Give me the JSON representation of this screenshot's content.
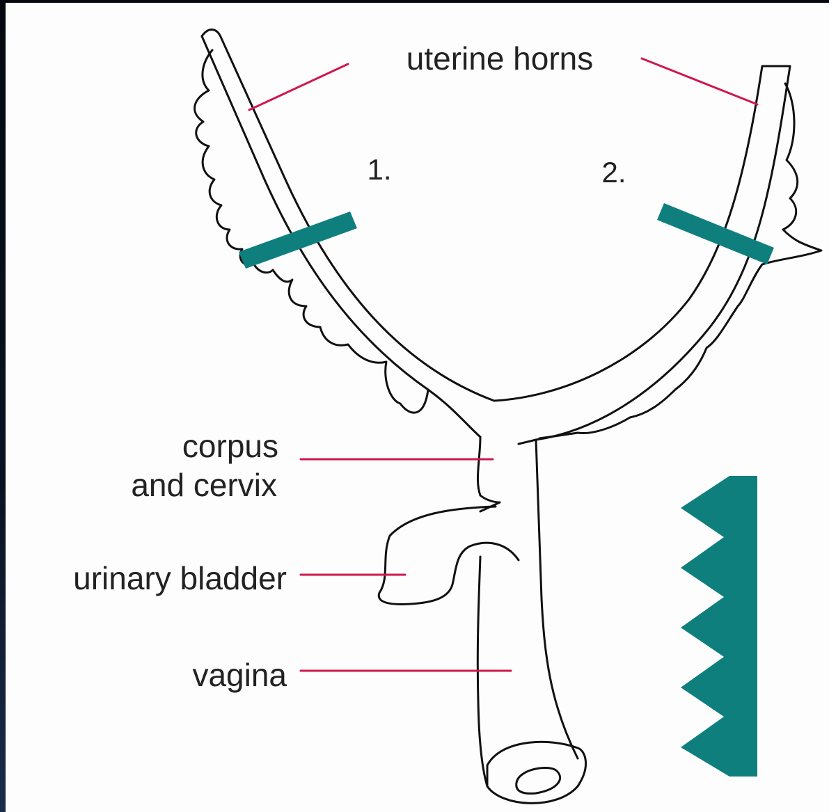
{
  "labels": {
    "uterine_horns": "uterine horns",
    "corpus_line1": "corpus",
    "corpus_line2": "and cervix",
    "urinary_bladder": "urinary bladder",
    "vagina": "vagina",
    "marker_1": "1.",
    "marker_2": "2."
  },
  "colors": {
    "background": "#fdfdfd",
    "outline": "#111111",
    "leader_line": "#d0174e",
    "clamp": "#0f7f7e"
  }
}
